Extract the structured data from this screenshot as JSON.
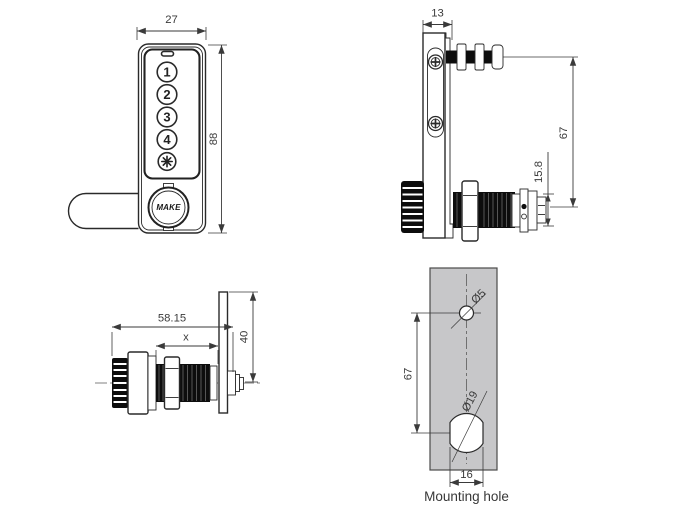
{
  "front_view": {
    "width_dim": "27",
    "height_dim": "88",
    "buttons": [
      "1",
      "2",
      "3",
      "4"
    ],
    "star_button_icon": "eight-spoke-asterisk",
    "logo": "MAKE"
  },
  "side_view": {
    "width_dim": "13",
    "center_distance_dim": "67",
    "cylinder_dim": "15.8"
  },
  "cam_view": {
    "overall_length_dim": "58.15",
    "grip_length_dim": "x",
    "cam_height_dim": "40"
  },
  "mount_view": {
    "small_hole_label": "Ø5",
    "large_hole_label": "Ø19",
    "spacing_dim": "67",
    "width_dim": "16",
    "caption": "Mounting hole"
  },
  "colors": {
    "outline": "#2a2a2a",
    "dimension": "#3a3a3a",
    "panel_gray": "#c7c7c9",
    "part_black": "#0d0d0d",
    "background": "#ffffff"
  }
}
